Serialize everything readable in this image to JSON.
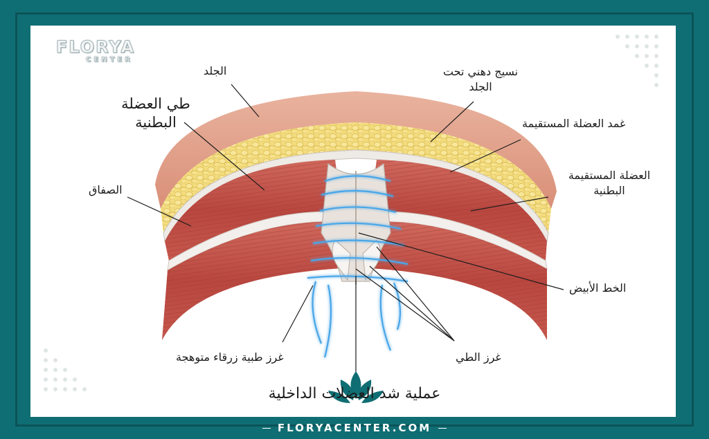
{
  "logo": {
    "name": "FLORYA",
    "sub": "CENTER"
  },
  "labels": {
    "skin": "الجلد",
    "subcutaneous_fat_line1": "نسيج دهني تحت",
    "subcutaneous_fat_line2": "الجلد",
    "muscle_fold_line1": "طي العضلة",
    "muscle_fold_line2": "البطنية",
    "rectus_sheath": "غمد العضلة المستقيمة",
    "fascia": "الصفاق",
    "rectus_muscle_line1": "العضلة المستقيمة",
    "rectus_muscle_line2": "البطنية",
    "linea_alba": "الخط الأبيض",
    "blue_sutures": "غرز طبية زرقاء متوهجة",
    "fold_sutures": "غرز الطي"
  },
  "caption": "عملية شد العضلات الداخلية",
  "footer": "FLORYACENTER.COM",
  "colors": {
    "frame": "#0f6e73",
    "skin": "#e2a088",
    "fat": "#f1d77a",
    "muscle": "#c4564b",
    "suture": "#4aa6e8"
  }
}
